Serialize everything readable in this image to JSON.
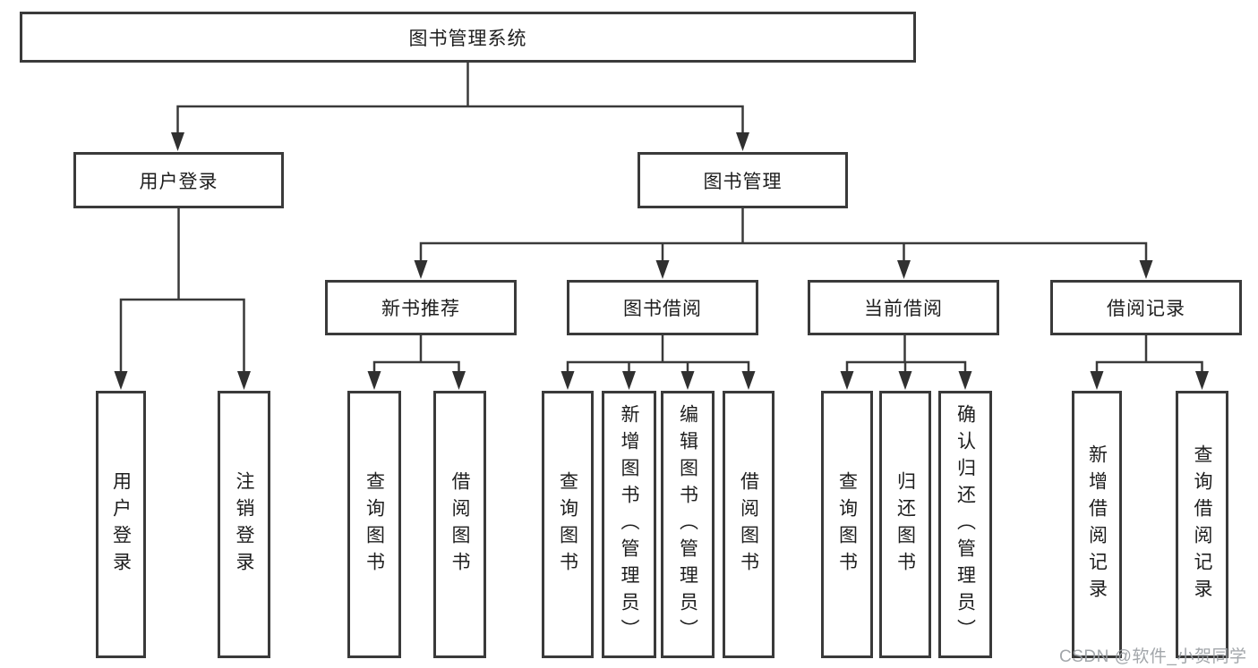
{
  "diagram": {
    "root": {
      "label": "图书管理系统"
    },
    "level1": [
      {
        "label": "用户登录"
      },
      {
        "label": "图书管理"
      }
    ],
    "level2": [
      {
        "label": "新书推荐"
      },
      {
        "label": "图书借阅"
      },
      {
        "label": "当前借阅"
      },
      {
        "label": "借阅记录"
      }
    ],
    "level3": [
      {
        "label": "用户登录"
      },
      {
        "label": "注销登录"
      },
      {
        "label": "查询图书"
      },
      {
        "label": "借阅图书"
      },
      {
        "label": "查询图书"
      },
      {
        "label": "新增图书（管理员）"
      },
      {
        "label": "编辑图书（管理员）"
      },
      {
        "label": "借阅图书"
      },
      {
        "label": "查询图书"
      },
      {
        "label": "归还图书"
      },
      {
        "label": "确认归还（管理员）"
      },
      {
        "label": "新增借阅记录"
      },
      {
        "label": "查询借阅记录"
      }
    ]
  },
  "watermark": {
    "text": "CSDN @软件_小贺同学"
  },
  "colors": {
    "line": "#3a3a3a",
    "arrow": "#303030",
    "border": "#3a3a3a",
    "text": "#1e1e1e",
    "watermark": "#9a9ea3",
    "background": "#ffffff"
  }
}
